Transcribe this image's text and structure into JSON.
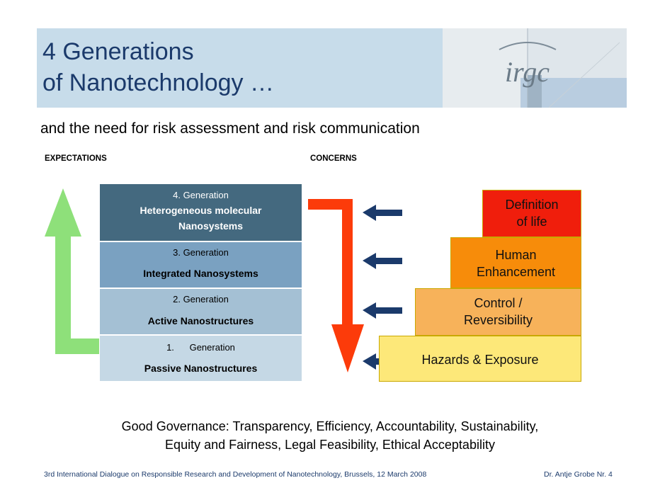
{
  "title": {
    "line1": "4 Generations",
    "line2": "of Nanotechnology …"
  },
  "logo": {
    "text": "irgc"
  },
  "subtitle": "and the need for risk assessment and risk communication",
  "headers": {
    "expectations": "EXPECTATIONS",
    "concerns": "CONCERNS"
  },
  "generations": [
    {
      "number": "4.  Generation",
      "name_line1": "Heterogeneous molecular",
      "name_line2": "Nanosystems",
      "color": "#44697f"
    },
    {
      "number": "3.  Generation",
      "name": "Integrated Nanosystems",
      "color": "#7aa1c1"
    },
    {
      "number": "2.  Generation",
      "name": "Active Nanostructures",
      "color": "#a4c0d4"
    },
    {
      "number": "1.      Generation",
      "name": "Passive Nanostructures",
      "color": "#c5d8e5"
    }
  ],
  "concerns": [
    {
      "line1": "Definition",
      "line2": "of life",
      "color": "#f01e0c"
    },
    {
      "line1": "Human",
      "line2": "Enhancement",
      "color": "#f78c0a"
    },
    {
      "line1": "Control /",
      "line2": "Reversibility",
      "color": "#f7b25a"
    },
    {
      "line1": "Hazards & Exposure",
      "color": "#fde879"
    }
  ],
  "colors": {
    "up_arrow": "#8ee07a",
    "down_arrow": "#fc3b0a",
    "left_arrows": "#1b3a6b"
  },
  "footer": {
    "line1": "Good Governance: Transparency, Efficiency, Accountability, Sustainability,",
    "line2": "Equity and Fairness, Legal Feasibility, Ethical Acceptability",
    "conference": "3rd International Dialogue on Responsible Research and Development of Nanotechnology, Brussels, 12 March 2008",
    "author": "Dr. Antje Grobe Nr. 4"
  }
}
